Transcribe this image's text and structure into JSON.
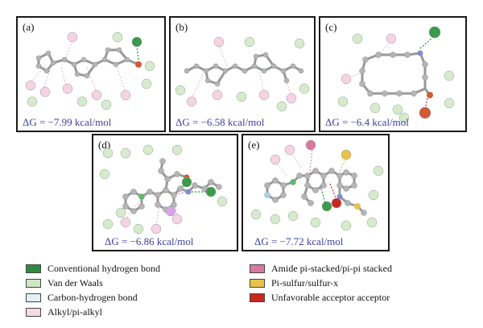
{
  "panels": [
    {
      "label": "(a)",
      "dg": "ΔG = −7.99 kcal/mol"
    },
    {
      "label": "(b)",
      "dg": "ΔG = −6.58 kcal/mol"
    },
    {
      "label": "(c)",
      "dg": "ΔG = −6.4 kcal/mol"
    },
    {
      "label": "(d)",
      "dg": "ΔG = −6.86 kcal/mol"
    },
    {
      "label": "(e)",
      "dg": "ΔG = −7.72 kcal/mol"
    }
  ],
  "legend": [
    {
      "label": "Conventional hydrogen bond",
      "color": "#2e8b3e"
    },
    {
      "label": "Van der Waals",
      "color": "#cfe6c6"
    },
    {
      "label": "Carbon-hydrogen bond",
      "color": "#e3f1f6"
    },
    {
      "label": "Alkyl/pi-alkyl",
      "color": "#f7d9e6"
    },
    {
      "label": "Amide pi-stacked/pi-pi stacked",
      "color": "#d9799f"
    },
    {
      "label": "Pi-sulfur/sulfur-x",
      "color": "#e8c14a"
    },
    {
      "label": "Unfavorable acceptor acceptor",
      "color": "#c8281e"
    }
  ],
  "colors": {
    "border": "#1a1a1a",
    "dg_text": "#3b3fa0",
    "atom_carbon": "#b5b5b5",
    "atom_oxygen": "#d25a34",
    "atom_nitrogen": "#8a8ad0",
    "vdw_residue": "#d6ebcc",
    "alkyl_residue": "#f5d3e2",
    "hbond_residue": "#3c9a4c"
  }
}
